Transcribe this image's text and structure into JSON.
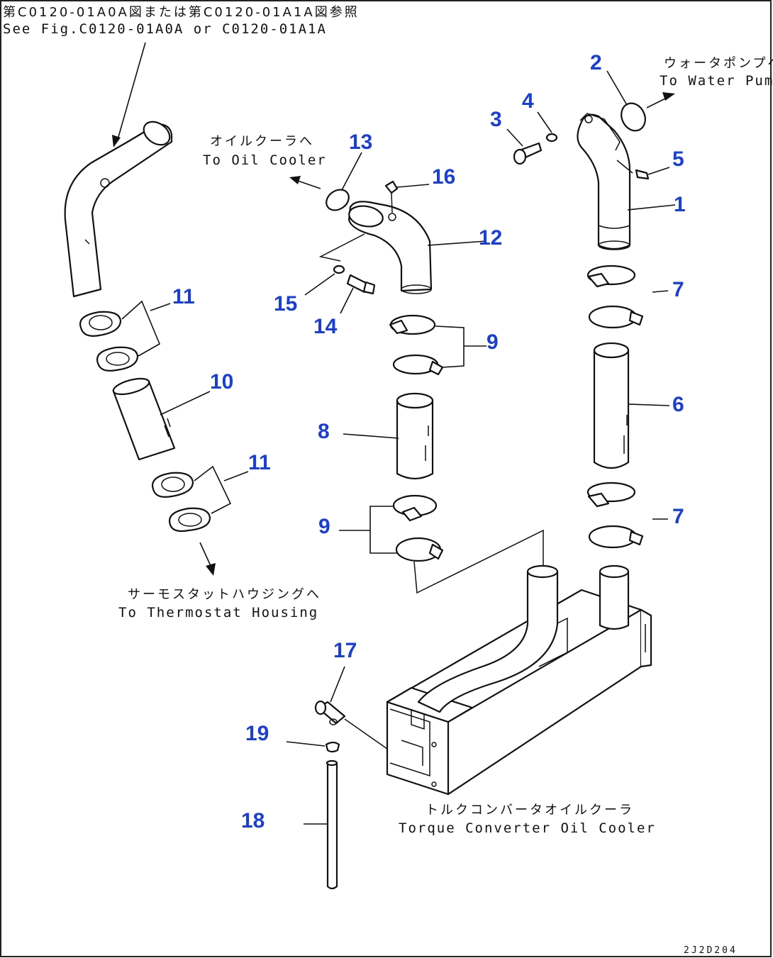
{
  "reference_note": {
    "jp": "第C0120-01A0A図または第C0120-01A1A図参照",
    "en": "See Fig.C0120-01A0A or C0120-01A1A"
  },
  "destinations": {
    "water_pump": {
      "jp": "ウォータポンプへ",
      "en": "To Water Pump"
    },
    "oil_cooler": {
      "jp": "オイルクーラへ",
      "en": "To Oil Cooler"
    },
    "thermostat": {
      "jp": "サーモスタットハウジングへ",
      "en": "To Thermostat Housing"
    },
    "torque_converter": {
      "jp": "トルクコンバータオイルクーラ",
      "en": "Torque Converter Oil Cooler"
    }
  },
  "callouts": {
    "p1": "1",
    "p2": "2",
    "p3": "3",
    "p4": "4",
    "p5": "5",
    "p6": "6",
    "p7a": "7",
    "p7b": "7",
    "p8": "8",
    "p9a": "9",
    "p9b": "9",
    "p10": "10",
    "p11a": "11",
    "p11b": "11",
    "p12": "12",
    "p13": "13",
    "p14": "14",
    "p15": "15",
    "p16": "16",
    "p17": "17",
    "p18": "18",
    "p19": "19"
  },
  "drawing_code": "2J2D204",
  "colors": {
    "callout": "#1a3fd6",
    "line": "#111111"
  }
}
